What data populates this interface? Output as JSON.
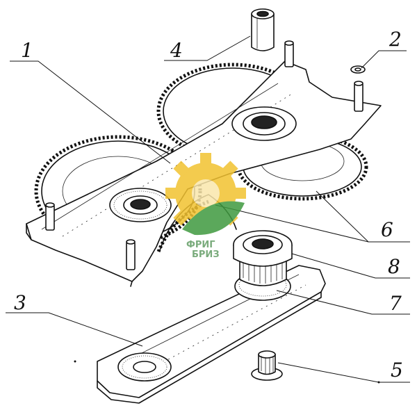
{
  "callouts": [
    {
      "id": "1",
      "text": "1"
    },
    {
      "id": "2",
      "text": "2"
    },
    {
      "id": "3",
      "text": "3"
    },
    {
      "id": "4",
      "text": "4"
    },
    {
      "id": "5",
      "text": "5"
    },
    {
      "id": "6",
      "text": "6"
    },
    {
      "id": "7",
      "text": "7"
    },
    {
      "id": "8",
      "text": "8"
    }
  ],
  "watermark": {
    "line1": "ФРИГ",
    "line2": "БРИЗ",
    "colors": {
      "gear": "#f2c230",
      "leaf": "#3f9a3f",
      "text": "#2f7d32"
    }
  }
}
